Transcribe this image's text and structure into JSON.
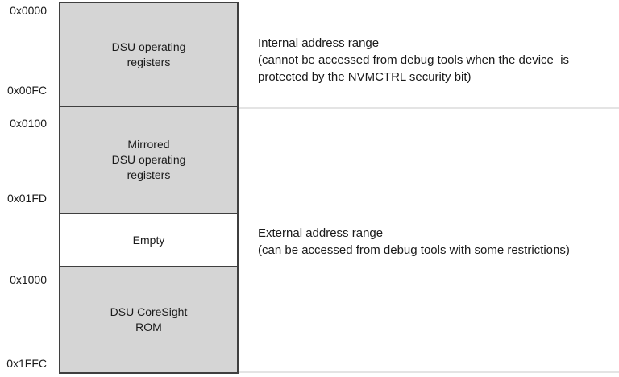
{
  "diagram": {
    "title_hint": "DSU address range memory map",
    "blocks": [
      {
        "label": "DSU operating\nregisters",
        "fill": "#d5d5d5"
      },
      {
        "label": "Mirrored\nDSU operating\nregisters",
        "fill": "#d5d5d5"
      },
      {
        "label": "Empty",
        "fill": "#ffffff"
      },
      {
        "label": "DSU CoreSight\nROM",
        "fill": "#d5d5d5"
      }
    ],
    "addresses": [
      {
        "text": "0x0000"
      },
      {
        "text": "0x00FC"
      },
      {
        "text": "0x0100"
      },
      {
        "text": "0x01FD"
      },
      {
        "text": "0x1000"
      },
      {
        "text": "0x1FFC"
      }
    ],
    "annotations": {
      "internal": "Internal address range\n(cannot be accessed from debug tools when the device  is\nprotected by the NVMCTRL security bit)",
      "external": "External address range\n(can be accessed from debug tools with some restrictions)"
    },
    "colors": {
      "block_fill": "#d5d5d5",
      "border": "#3f3f3f",
      "divider_line": "#e4e4e4",
      "text": "#1a1a1a"
    }
  }
}
